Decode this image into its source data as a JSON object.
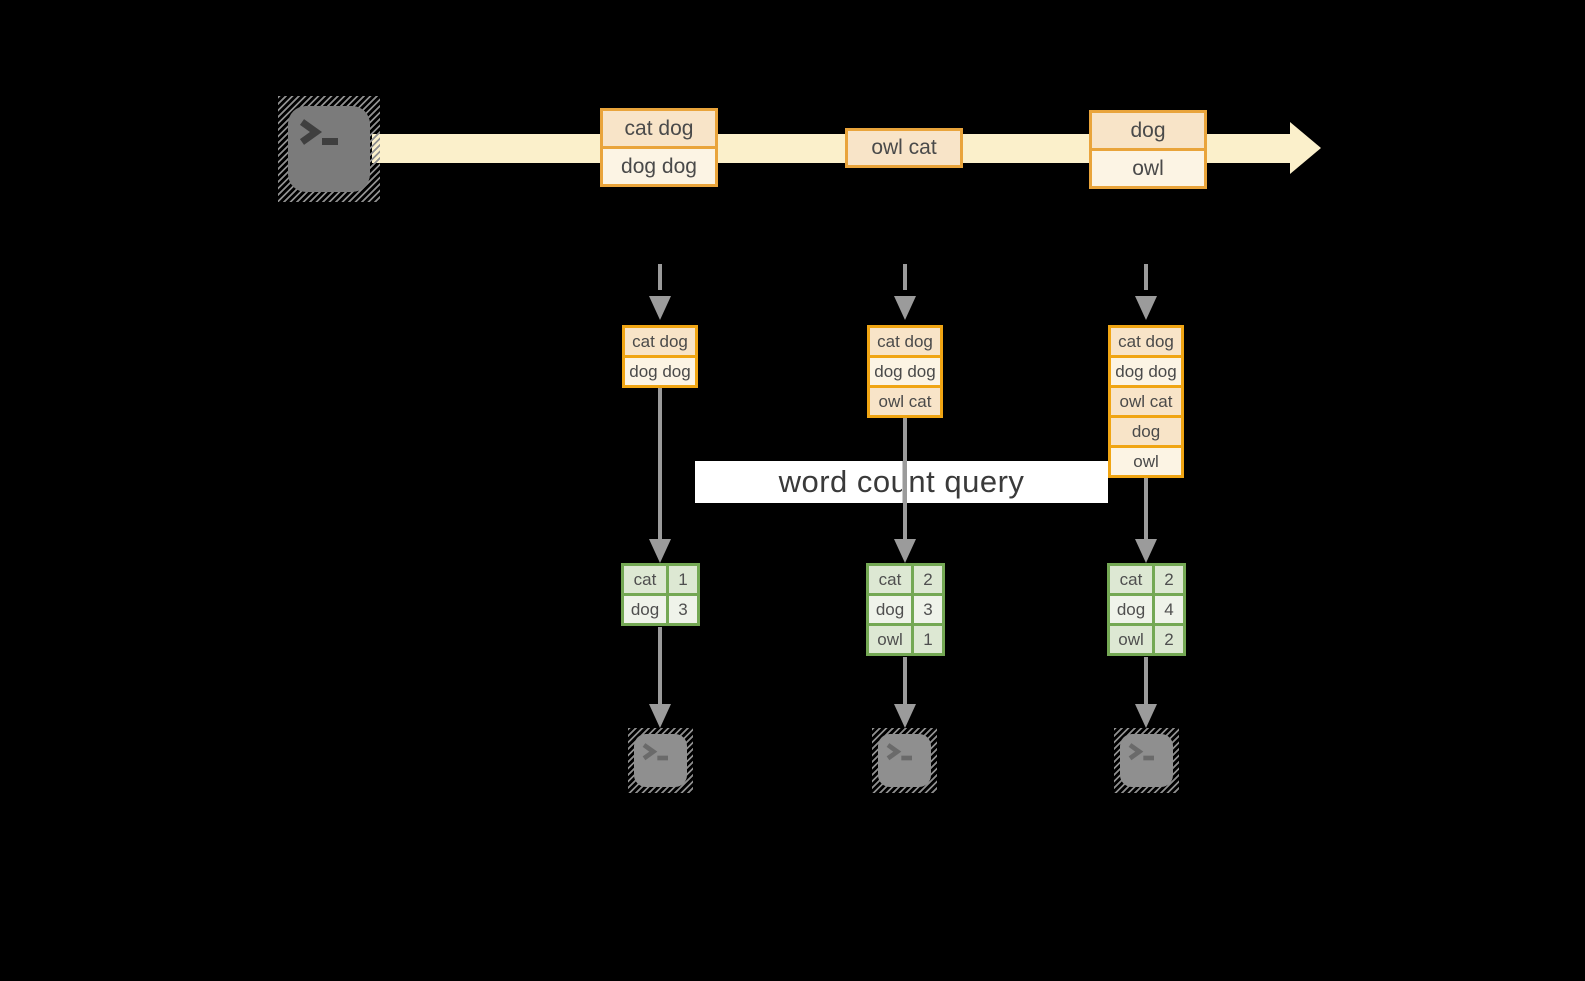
{
  "label": {
    "text": "word count query"
  },
  "colors": {
    "background": "#000000",
    "stream_band": "#fbf0cb",
    "event_border": "#e9a43b",
    "state_border": "#f0a513",
    "cell_peach": "#f8e4c8",
    "cell_cream": "#fcf4e4",
    "table_border": "#74a854",
    "table_row_dark": "#dde8d3",
    "table_row_light": "#eff3ea",
    "arrow_gray": "#9b9b9b",
    "query_band": "#ffffff"
  },
  "stream": {
    "source_icon": "terminal-icon",
    "events": [
      {
        "cells": [
          {
            "text": "cat dog",
            "tone": "peach"
          },
          {
            "text": "dog dog",
            "tone": "cream"
          }
        ]
      },
      {
        "cells": [
          {
            "text": "owl cat",
            "tone": "peach"
          }
        ]
      },
      {
        "cells": [
          {
            "text": "dog",
            "tone": "peach"
          },
          {
            "text": "owl",
            "tone": "cream"
          }
        ]
      }
    ]
  },
  "columns": [
    {
      "state_cells": [
        {
          "text": "cat dog",
          "tone": "peach"
        },
        {
          "text": "dog dog",
          "tone": "cream"
        }
      ],
      "count_rows": [
        {
          "word": "cat",
          "count": "1"
        },
        {
          "word": "dog",
          "count": "3"
        }
      ],
      "sink_icon": "terminal-icon"
    },
    {
      "state_cells": [
        {
          "text": "cat dog",
          "tone": "peach"
        },
        {
          "text": "dog dog",
          "tone": "cream"
        },
        {
          "text": "owl cat",
          "tone": "peach"
        }
      ],
      "count_rows": [
        {
          "word": "cat",
          "count": "2"
        },
        {
          "word": "dog",
          "count": "3"
        },
        {
          "word": "owl",
          "count": "1"
        }
      ],
      "sink_icon": "terminal-icon"
    },
    {
      "state_cells": [
        {
          "text": "cat dog",
          "tone": "peach"
        },
        {
          "text": "dog dog",
          "tone": "cream"
        },
        {
          "text": "owl cat",
          "tone": "peach"
        },
        {
          "text": "dog",
          "tone": "peach"
        },
        {
          "text": "owl",
          "tone": "cream"
        }
      ],
      "count_rows": [
        {
          "word": "cat",
          "count": "2"
        },
        {
          "word": "dog",
          "count": "4"
        },
        {
          "word": "owl",
          "count": "2"
        }
      ],
      "sink_icon": "terminal-icon"
    }
  ]
}
